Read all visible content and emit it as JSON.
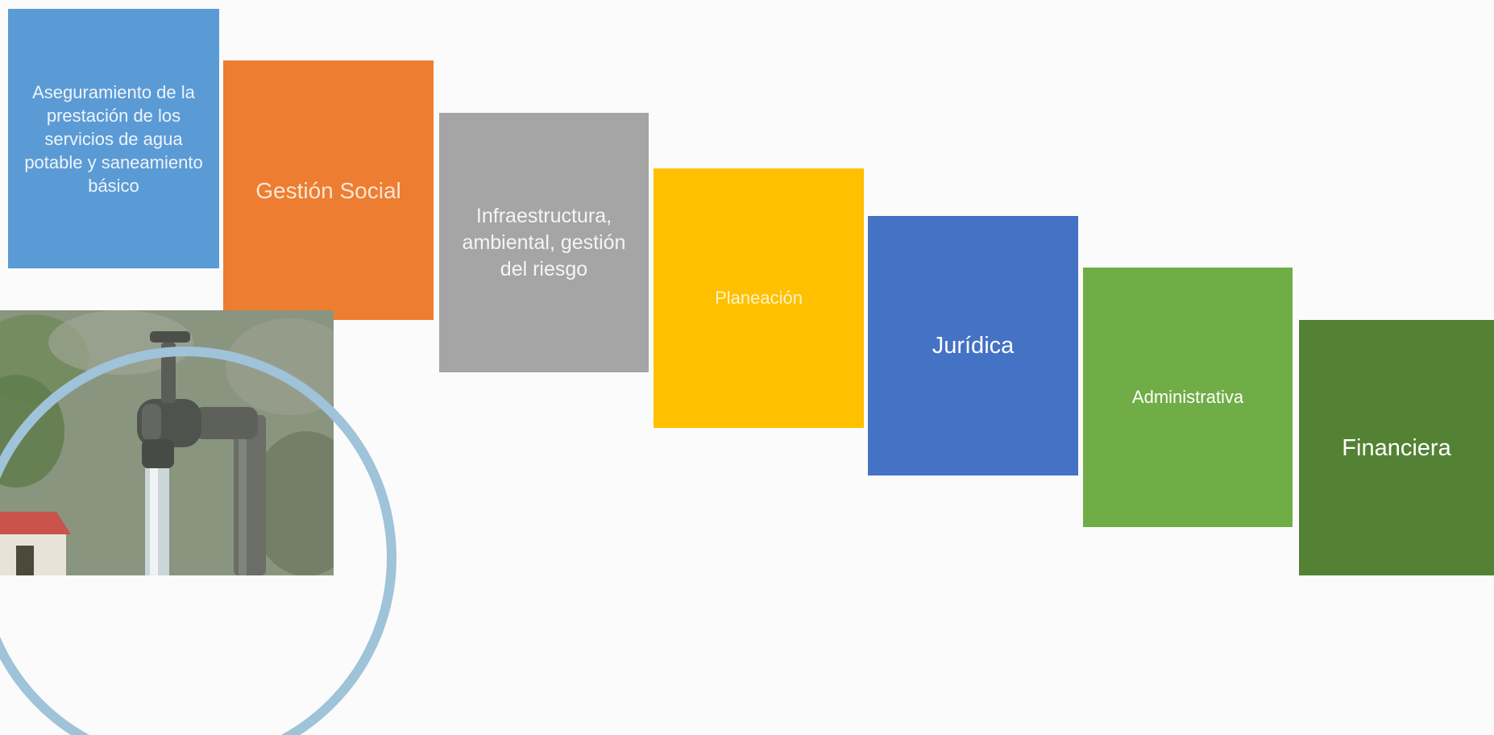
{
  "diagram": {
    "steps": [
      {
        "label": "Aseguramiento de la prestación de los servicios de agua potable y saneamiento básico",
        "color": "#5b9bd5"
      },
      {
        "label": "Gestión Social",
        "color": "#ed7d31"
      },
      {
        "label": "Infraestructura, ambiental, gestión del riesgo",
        "color": "#a5a5a5"
      },
      {
        "label": "Planeación",
        "color": "#ffc000"
      },
      {
        "label": "Jurídica",
        "color": "#4472c4"
      },
      {
        "label": "Administrativa",
        "color": "#70ad47"
      },
      {
        "label": "Financiera",
        "color": "#548235"
      }
    ],
    "photo": {
      "subject": "faucet-icon",
      "ring_color": "#9fc3d8"
    }
  }
}
